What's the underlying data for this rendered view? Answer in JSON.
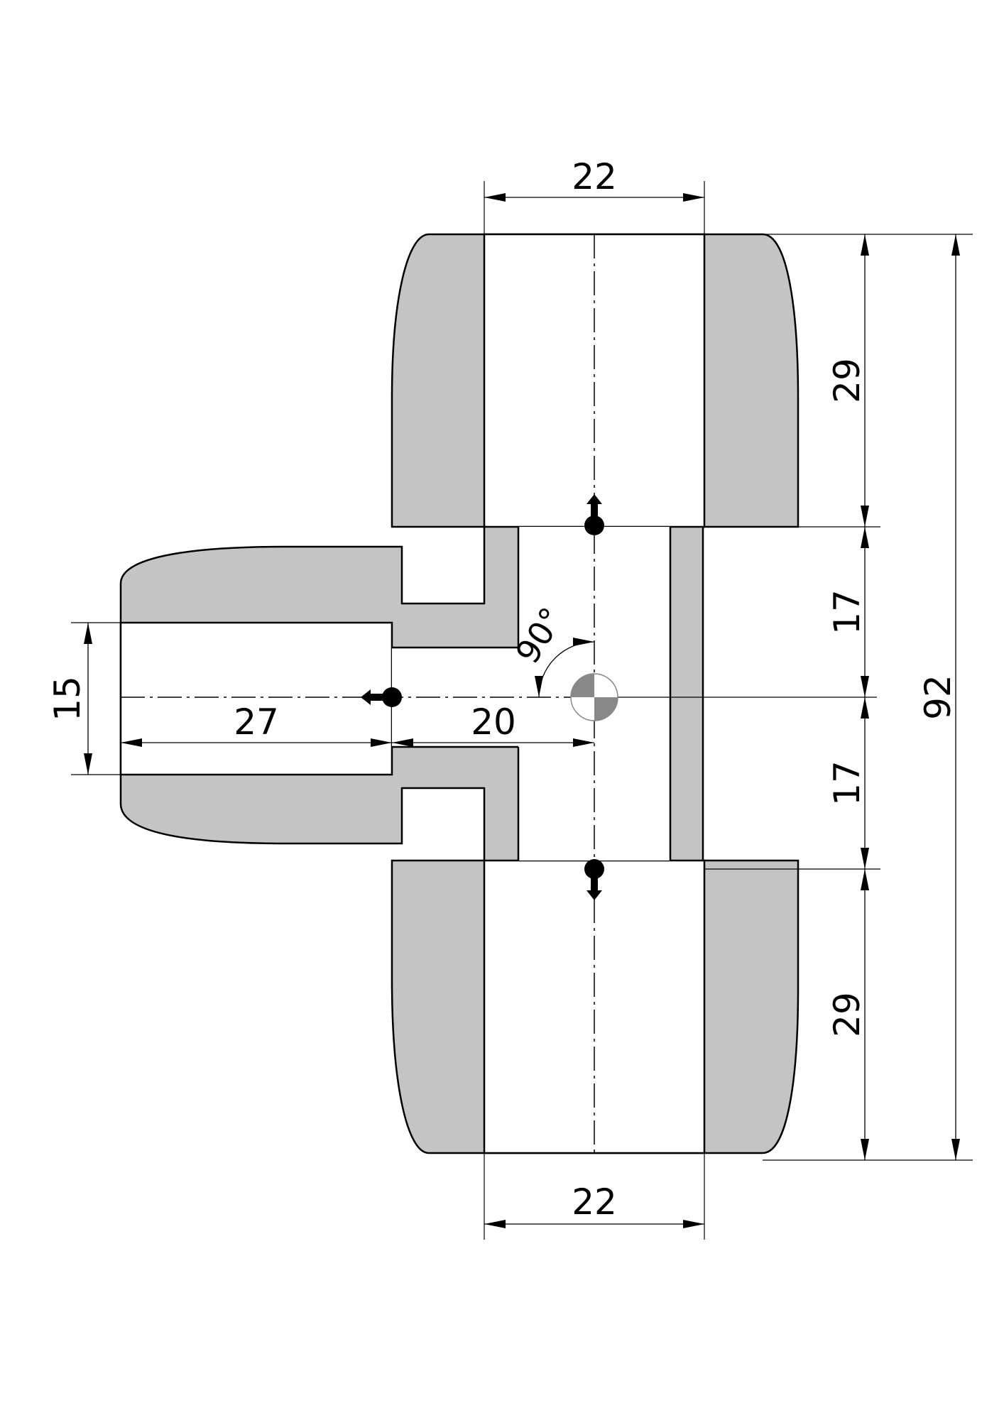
{
  "dimensions": {
    "top_bore_width": "22",
    "bottom_bore_width": "22",
    "top_socket_depth": "29",
    "upper_center_length": "17",
    "lower_center_length": "17",
    "bottom_socket_depth": "29",
    "overall_height": "92",
    "side_bore_diameter": "15",
    "side_socket_depth": "27",
    "side_center_offset": "20",
    "branch_angle": "90°"
  },
  "colors": {
    "section_fill": "#c4c4c4",
    "outline": "#000000",
    "background": "#ffffff",
    "center_mark_dark": "#888888"
  }
}
